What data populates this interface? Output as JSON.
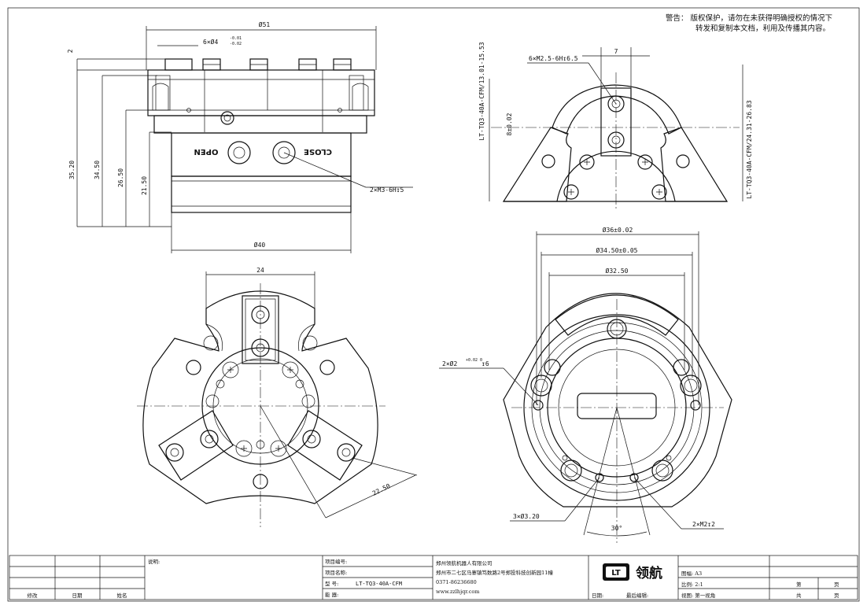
{
  "warning": {
    "line1": "警告： 版权保护，请勿在未获得明确授权的情况下",
    "line2": "转发和复制本文档，利用及传播其内容。"
  },
  "view_front": {
    "dim_top_width": "Ø51",
    "dim_pins": "6×Ø4",
    "dim_pins_tol_upper": "-0.01",
    "dim_pins_tol_lower": "-0.02",
    "dim_small": "2",
    "dim_h1": "35.20",
    "dim_h2": "34.50",
    "dim_h3": "26.50",
    "dim_h4": "21.50",
    "dim_bottom_width": "Ø40",
    "label_open": "OPEN",
    "label_close": "CLOSE",
    "note_thread": "2×M3-6H↧5"
  },
  "view_side": {
    "note_thread": "6×M2.5-6H↧6.5",
    "dim_width": "7",
    "dim_jaw": "8±0.02",
    "label_left": "LT-TQ3-40A-CFM/13.01-15.53",
    "label_right": "LT-TQ3-40A-CFM/24.31-26.83"
  },
  "view_bottom_left": {
    "dim_width": "24",
    "dim_diag": "22.50"
  },
  "view_bottom_right": {
    "dim_d1": "Ø36±0.02",
    "dim_d2": "Ø34.50±0.05",
    "dim_d3": "Ø32.50",
    "note_pin": "2×Ø2",
    "note_pin_tol": "+0.02 0",
    "note_pin_depth": "↧6",
    "note_holes": "3×Ø3.20",
    "note_thread": "2×M2↧2",
    "dim_angle": "30°"
  },
  "title_block": {
    "note_label": "说明:",
    "rev_label": "修改",
    "date_label": "日期",
    "name_label": "姓名",
    "project_no_label": "项目编号:",
    "project_name_label": "项目名称:",
    "model_label": "型    号:",
    "model_value": "LT-TQ3-40A-CFM",
    "function_label": "能    器:",
    "company_name": "郑州领航机器人有限公司",
    "company_address": "郑州市二七区马寨镇笃数路2号郑投科技创新园11幢",
    "company_phone": "0371-86236680",
    "company_web": "www.zzlhjqr.com",
    "logo_mark": "LT",
    "logo_text": "领航",
    "size_label": "图幅: A3",
    "scale_label": "比例: 2:1",
    "date_field_label": "日期:",
    "last_edit_label": "最后编辑:",
    "view_label": "视图: 第一视角",
    "page_label": "第",
    "page_unit": "页",
    "total_label": "共",
    "total_unit": "页"
  }
}
